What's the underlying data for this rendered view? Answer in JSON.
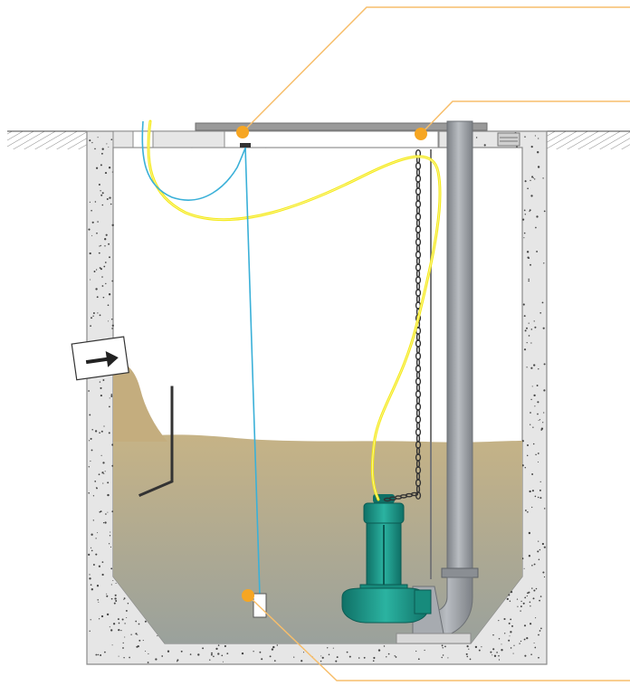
{
  "colors": {
    "concrete": "#e6e6e6",
    "concrete_stroke": "#8a8a8a",
    "water_top": "#c6b386",
    "water_bottom": "#9aa19c",
    "sludge": "#c4ad7e",
    "pipe": "#9a9ea3",
    "pump": "#1b9a8a",
    "pump_dark": "#0f7066",
    "chain": "#333333",
    "power_cable": "#f5ea1a",
    "float_cable": "#3ab0d8",
    "callout": "#f6a623",
    "callout_line": "#f7be6b",
    "lid": "#9a9a9a",
    "ground_hatch": "#555555"
  },
  "icons": {
    "inlet_arrow": "right-arrow-icon"
  },
  "callouts": [
    {
      "target": "level-regulator-mount"
    },
    {
      "target": "chain-hook"
    },
    {
      "target": "float-switch"
    }
  ]
}
